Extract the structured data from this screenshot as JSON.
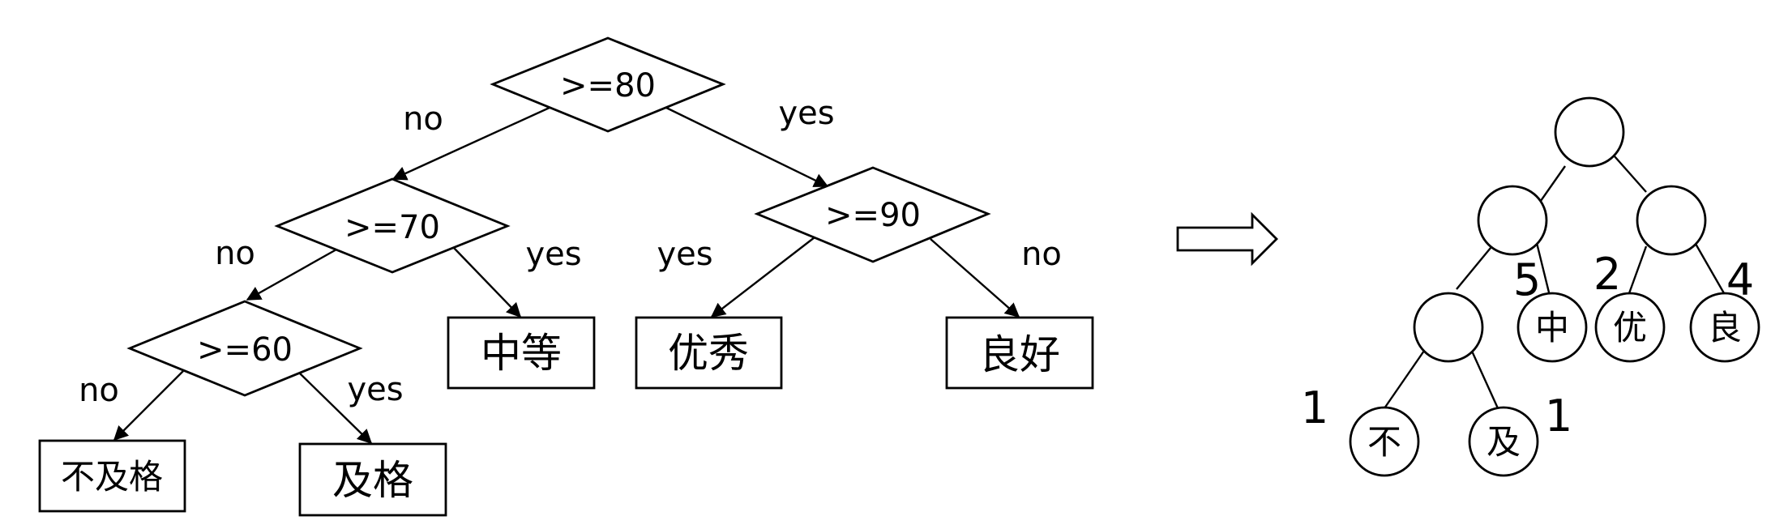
{
  "decision_tree": {
    "conditions": {
      "root": ">=80",
      "left": ">=70",
      "right": ">=90",
      "left_left": ">=60"
    },
    "edge_labels": {
      "root_no": "no",
      "root_yes": "yes",
      "n70_no": "no",
      "n70_yes": "yes",
      "n90_yes": "yes",
      "n90_no": "no",
      "n60_no": "no",
      "n60_yes": "yes"
    },
    "leaves": {
      "fail": "不及格",
      "pass": "及格",
      "medium": "中等",
      "excellent": "优秀",
      "good": "良好"
    }
  },
  "huffman_tree": {
    "leaves": {
      "fail": "不",
      "pass": "及",
      "medium": "中",
      "excellent": "优",
      "good": "良"
    },
    "weights": {
      "fail": "1",
      "pass": "1",
      "medium": "5",
      "excellent": "2",
      "good": "4"
    }
  }
}
